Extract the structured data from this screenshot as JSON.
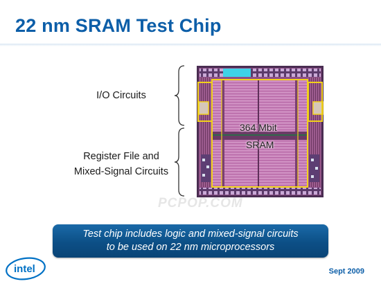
{
  "slide": {
    "title": "22 nm SRAM Test Chip",
    "labels": {
      "io": "I/O Circuits",
      "register_line1": "Register File and",
      "register_line2": "Mixed-Signal Circuits"
    },
    "chip_labels": {
      "line1": "364 Mbit",
      "line2": "SRAM"
    },
    "callout": {
      "line1": "Test chip includes logic and mixed-signal circuits",
      "line2": "to be used on 22 nm microprocessors"
    },
    "footer": {
      "logo_text": "intel",
      "date": "Sept 2009"
    },
    "watermark": "PCPOP.COM"
  },
  "colors": {
    "title": "#0c5ea8",
    "callout": "#0c4f86",
    "chip_die": "#c37bb4",
    "chip_highlight": "#f2d21a",
    "logo": "#0071c5"
  },
  "icons": {
    "io_brace": "curly-brace",
    "register_brace": "curly-brace",
    "logo": "intel-logo"
  }
}
